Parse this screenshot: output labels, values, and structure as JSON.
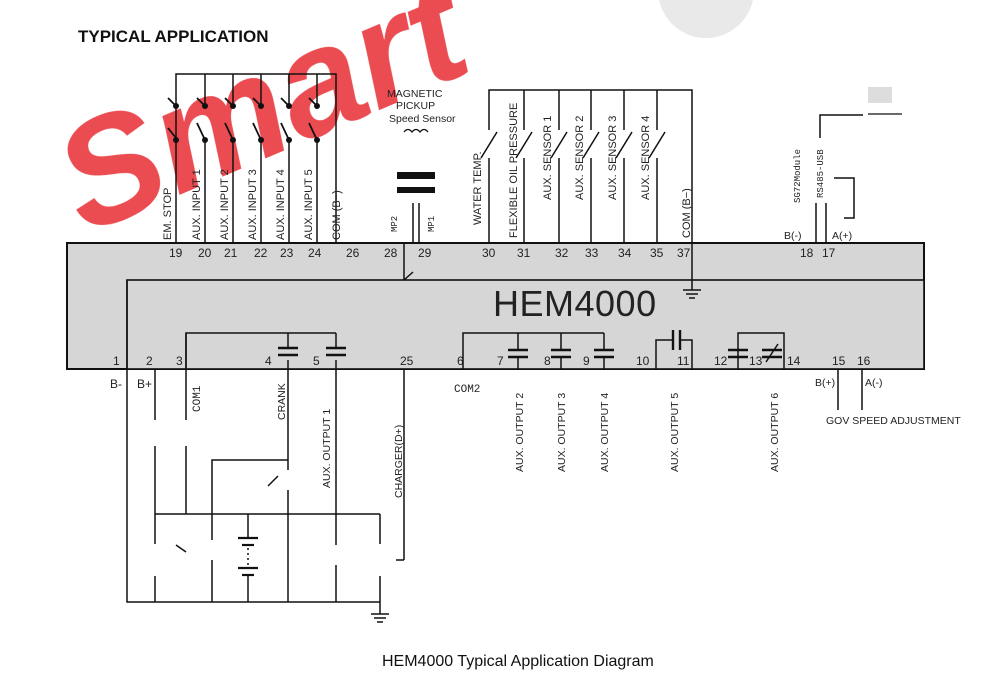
{
  "heading": "TYPICAL APPLICATION",
  "controller": {
    "model": "HEM4000"
  },
  "caption": "HEM4000 Typical Application Diagram",
  "watermark": {
    "text": "Smart",
    "color": "#e8343a"
  },
  "top_labels": {
    "em_stop": "EM. STOP",
    "aux_input_1": "AUX. INPUT 1",
    "aux_input_2": "AUX. INPUT 2",
    "aux_input_3": "AUX. INPUT 3",
    "aux_input_4": "AUX. INPUT 4",
    "aux_input_5": "AUX. INPUT 5",
    "com_b_inputs": "COM (B−)",
    "magnetic_pickup_line1": "MAGNETIC",
    "magnetic_pickup_line2": "PICKUP",
    "speed_sensor": "Speed Sensor",
    "mp2": "MP2",
    "mp1": "MP1",
    "water_temp": "WATER TEMP.",
    "flexible_oil_pressure": "FLEXIBLE OIL PRESSURE",
    "aux_sensor_1": "AUX. SENSOR 1",
    "aux_sensor_2": "AUX. SENSOR 2",
    "aux_sensor_3": "AUX. SENSOR 3",
    "aux_sensor_4": "AUX. SENSOR 4",
    "com_b_sensors": "COM (B−)",
    "sg72_module": "SG72Module",
    "rs485_usb": "RS485-USB",
    "b_minus_comm": "B(-)",
    "a_plus_comm": "A(+)"
  },
  "top_terminals": [
    "19",
    "20",
    "21",
    "22",
    "23",
    "24",
    "26",
    "28",
    "29",
    "30",
    "31",
    "32",
    "33",
    "34",
    "35",
    "37",
    "18",
    "17"
  ],
  "bottom_terminals": [
    "1",
    "2",
    "3",
    "4",
    "5",
    "25",
    "6",
    "7",
    "8",
    "9",
    "10",
    "11",
    "12",
    "13",
    "14",
    "15",
    "16"
  ],
  "bottom_labels": {
    "b_minus": "B-",
    "b_plus": "B+",
    "com1": "COM1",
    "crank": "CRANK",
    "aux_output_1": "AUX. OUTPUT 1",
    "charger": "CHARGER(D+)",
    "com2": "COM2",
    "aux_output_2": "AUX. OUTPUT 2",
    "aux_output_3": "AUX. OUTPUT 3",
    "aux_output_4": "AUX. OUTPUT 4",
    "aux_output_5": "AUX. OUTPUT 5",
    "aux_output_6": "AUX. OUTPUT 6",
    "b_plus_gov": "B(+)",
    "a_minus_gov": "A(-)",
    "gov_speed_adjustment": "GOV SPEED ADJUSTMENT"
  }
}
